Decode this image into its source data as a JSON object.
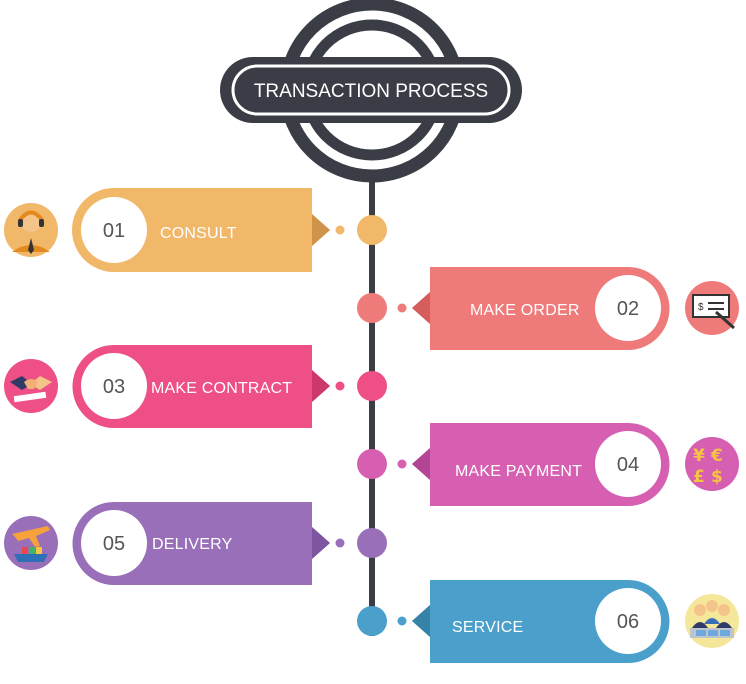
{
  "title": "TRANSACTION PROCESS",
  "colors": {
    "dark": "#3a3d45",
    "consult": "#f1b86a",
    "make_order": "#ef7a7a",
    "make_contract": "#ee4f86",
    "make_payment": "#d65fb2",
    "delivery": "#9a6fb9",
    "service": "#4aa0cb"
  },
  "steps": [
    {
      "num": "01",
      "label": "CONSULT",
      "side": "left",
      "icon": "consultant-icon"
    },
    {
      "num": "02",
      "label": "MAKE ORDER",
      "side": "right",
      "icon": "check-sign-icon"
    },
    {
      "num": "03",
      "label": "MAKE CONTRACT",
      "side": "left",
      "icon": "handshake-icon"
    },
    {
      "num": "04",
      "label": "MAKE PAYMENT",
      "side": "right",
      "icon": "currency-icon"
    },
    {
      "num": "05",
      "label": "DELIVERY",
      "side": "left",
      "icon": "plane-ship-icon"
    },
    {
      "num": "06",
      "label": "SERVICE",
      "side": "right",
      "icon": "team-icon"
    }
  ]
}
